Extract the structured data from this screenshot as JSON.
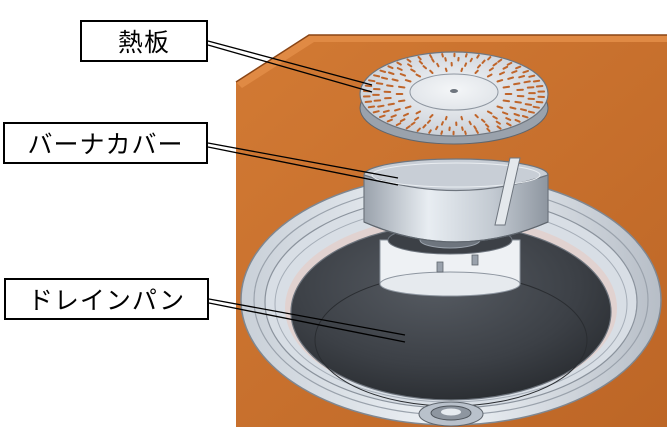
{
  "labels": {
    "hot_plate": "熱板",
    "burner_cover": "バーナカバー",
    "drain_pan": "ドレインパン"
  },
  "colors": {
    "counter_orange": "#c96e2c",
    "counter_edge": "#8a4515",
    "metal_light": "#dfe5ec",
    "metal_mid": "#b9c1cb",
    "metal_dark": "#7f8791",
    "pan_interior": "#3d4147",
    "pan_deep": "#24272b",
    "leader_line": "#000000",
    "label_border": "#000000"
  }
}
